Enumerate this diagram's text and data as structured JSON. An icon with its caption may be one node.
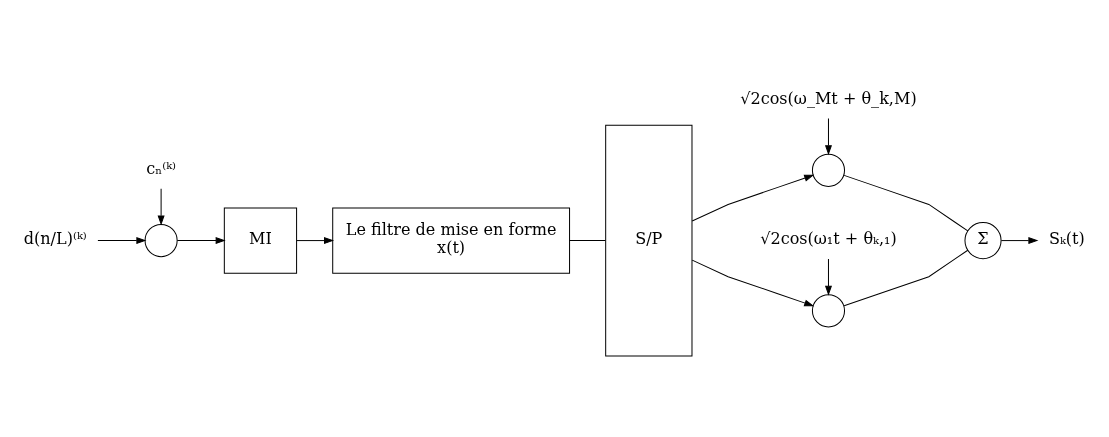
{
  "diagram": {
    "nodes": [
      {
        "text": [
          "d(n/L)⁽ᵏ⁾"
        ]
      },
      {
        "text": [],
        "shape": "circle"
      },
      {
        "text": [
          "cₙ⁽ᵏ⁾"
        ]
      },
      {
        "text": [
          "MI"
        ]
      },
      {
        "text": [
          "Le filtre de mise en forme",
          "x(t)"
        ]
      },
      {
        "text": [
          "S/P"
        ]
      },
      {
        "text": [],
        "shape": "circle"
      },
      {
        "text": [
          "√2cos(ω₁t + θₖ,₁)"
        ]
      },
      {
        "text": [],
        "shape": "circle"
      },
      {
        "text": [
          "√2cos(ω_Mt + θ_k,M)"
        ]
      },
      {
        "text": [
          "Σ"
        ]
      },
      {
        "text": [
          "Sₖ(t)"
        ]
      }
    ],
    "edges": [
      {
        "from": 0,
        "to": 1,
        "arrow": "to"
      },
      {
        "from": 2,
        "to": 1,
        "arrow": "to"
      },
      {
        "from": 1,
        "to": 3,
        "arrow": "to"
      },
      {
        "from": 3,
        "to": 4,
        "arrow": "to"
      },
      {
        "from": 4,
        "to": 5,
        "arrow": "none"
      },
      {
        "from": 5,
        "to": 6,
        "arrow": "to"
      },
      {
        "from": 7,
        "to": 6,
        "arrow": "to"
      },
      {
        "from": 5,
        "to": 8,
        "arrow": "to"
      },
      {
        "from": 9,
        "to": 8,
        "arrow": "to"
      },
      {
        "from": 6,
        "to": 10,
        "arrow": "none"
      },
      {
        "from": 8,
        "to": 10,
        "arrow": "none"
      },
      {
        "from": 10,
        "to": 11,
        "arrow": "to"
      }
    ]
  }
}
